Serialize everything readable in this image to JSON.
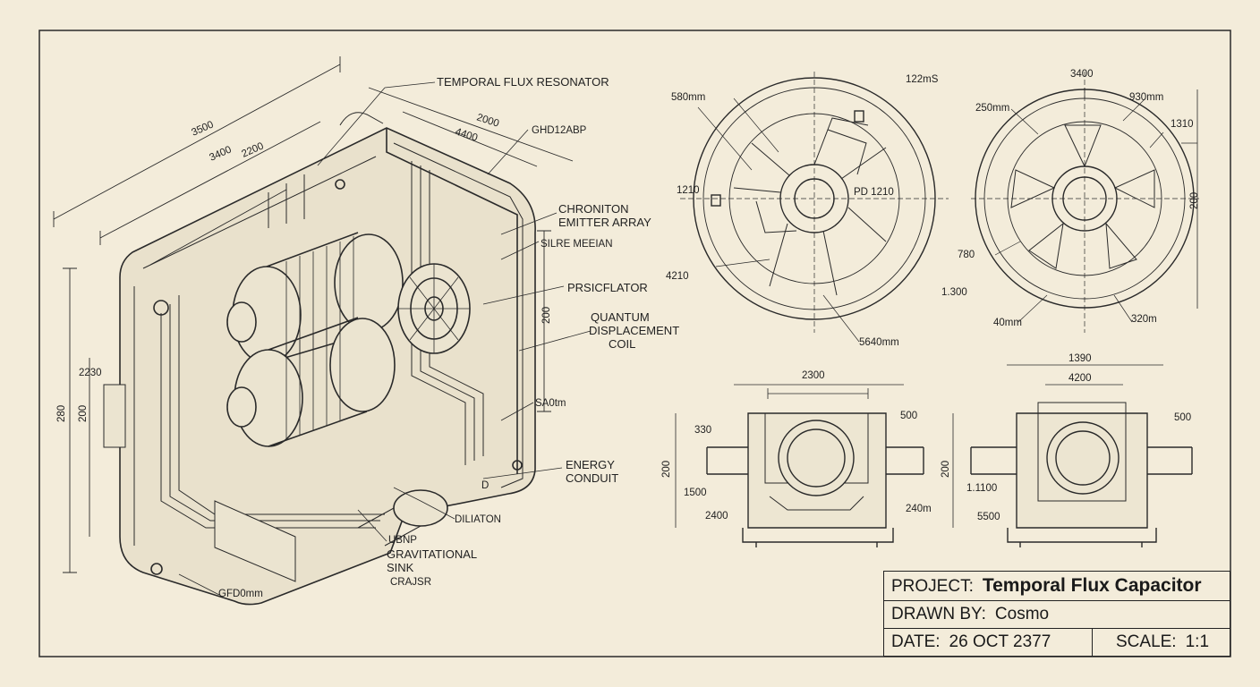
{
  "labels": {
    "resonator": "TEMPORAL FLUX RESONATOR",
    "part_code": "GHD12ABP",
    "emitter_l1": "CHRONITON",
    "emitter_l2": "EMITTER ARRAY",
    "sil": "SILRE MEEIAN",
    "prsic": "PRSICFLATOR",
    "quantum_l1": "QUANTUM",
    "quantum_l2": "DISPLACEMENT",
    "quantum_l3": "COIL",
    "energy_l1": "ENERGY",
    "energy_l2": "CONDUIT",
    "dilation": "DILIATON",
    "ubnp": "UBNP",
    "grav_l1": "GRAVITATIONAL",
    "grav_l2": "SINK",
    "crajsr": "CRAJSR",
    "gfd": "GFD0mm",
    "sa0": "SA0tm"
  },
  "dimensions": {
    "iso_3500": "3500",
    "iso_3400": "3400",
    "iso_2200": "2200",
    "iso_2000": "2000",
    "iso_4400": "4400",
    "iso_200": "200",
    "iso_2230": "2230",
    "iso_280": "280",
    "iso_200b": "200",
    "iso_d": "D",
    "c1_580": "580mm",
    "c1_122": "122mS",
    "c1_1210": "1210",
    "c1_pd": "PD 1210",
    "c1_4210": "4210",
    "c1_5640": "5640mm",
    "c2_3400": "3400",
    "c2_250": "250mm",
    "c2_930": "930mm",
    "c2_1310": "1310",
    "c2_200": "200",
    "c2_780": "780",
    "c2_1300": "1.300",
    "c2_40": "40mm",
    "c2_320": "320m",
    "f1_2300": "2300",
    "f1_330": "330",
    "f1_500": "500",
    "f1_200": "200",
    "f1_1500": "1500",
    "f1_2400": "2400",
    "f1_240": "240m",
    "f2_1390": "1390",
    "f2_4200": "4200",
    "f2_500": "500",
    "f2_200": "200",
    "f2_1100": "1.1100",
    "f2_5500": "5500"
  },
  "title_block": {
    "project_label": "PROJECT:",
    "project_value": "Temporal Flux Capacitor",
    "drawn_label": "DRAWN BY:",
    "drawn_value": "Cosmo",
    "date_label": "DATE:",
    "date_value": "26 OCT 2377",
    "scale_label": "SCALE:",
    "scale_value": "1:1"
  }
}
